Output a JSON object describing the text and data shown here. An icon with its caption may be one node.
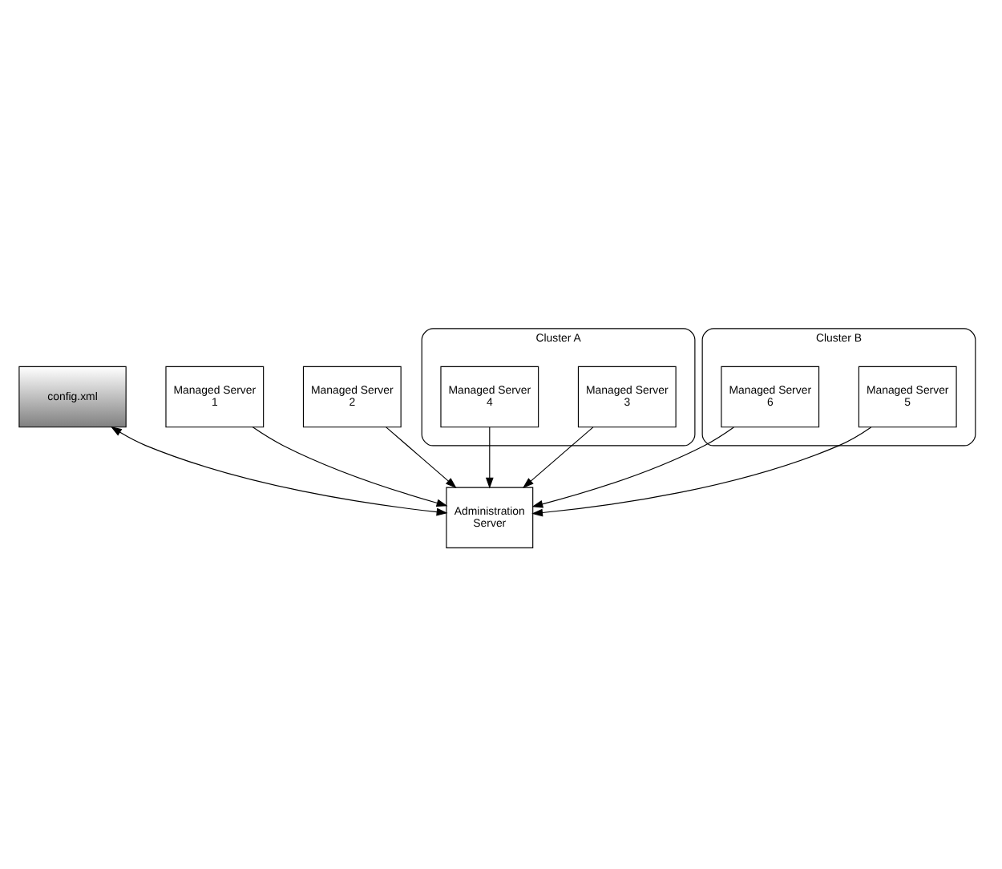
{
  "diagram": {
    "nodes": [
      {
        "text": [
          "config.xml"
        ]
      },
      {
        "text": [
          "Managed Server 1"
        ]
      },
      {
        "text": [
          "Managed Server 2"
        ]
      },
      {
        "text": [
          "Administration Server"
        ]
      },
      {
        "text": [
          "Cluster A"
        ]
      },
      {
        "text": [
          "Managed Server 3"
        ],
        "in": 4
      },
      {
        "text": [
          "Managed Server 4"
        ],
        "in": 4
      },
      {
        "text": [
          "Cluster B"
        ]
      },
      {
        "text": [
          "Managed Server 5"
        ],
        "in": 7
      },
      {
        "text": [
          "Managed Server 6"
        ],
        "in": 7
      }
    ],
    "edges": [
      {
        "from": 0,
        "to": 3,
        "arrow": "both"
      },
      {
        "from": 1,
        "to": 3,
        "arrow": "to"
      },
      {
        "from": 2,
        "to": 3,
        "arrow": "to"
      },
      {
        "from": 5,
        "to": 3,
        "arrow": "to"
      },
      {
        "from": 6,
        "to": 3,
        "arrow": "to"
      },
      {
        "from": 8,
        "to": 3,
        "arrow": "to"
      },
      {
        "from": 9,
        "to": 3,
        "arrow": "to"
      }
    ]
  }
}
